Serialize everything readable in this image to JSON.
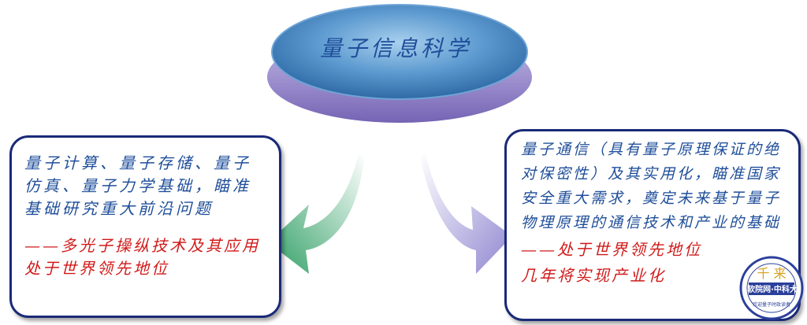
{
  "center": {
    "title": "量子信息科学"
  },
  "left_box": {
    "body": "量子计算、量子存储、量子仿真、量子力学基础，瞄准基础研究重大前沿问题",
    "highlight": "——多光子操纵技术及其应用处于世界领先地位"
  },
  "right_box": {
    "body": "量子通信（具有量子原理保证的绝对保密性）及其实用化，瞄准国家安全重大需求，奠定未来基于量子物理原理的通信技术和产业的基础",
    "highlight": "——处于世界领先地位",
    "highlight2": "几年将实现产业化"
  },
  "watermark": {
    "text": "软院网·中科大",
    "small": "欢迎量子时政读者"
  },
  "colors": {
    "text_blue": "#1f4e9a",
    "text_red": "#d11a1a",
    "border": "#1a2a78",
    "arrow_left": "#2e9e63",
    "arrow_right": "#8f86d0",
    "ellipse_top": "#4f8ec6",
    "ellipse_base": "#8c7cc4"
  }
}
